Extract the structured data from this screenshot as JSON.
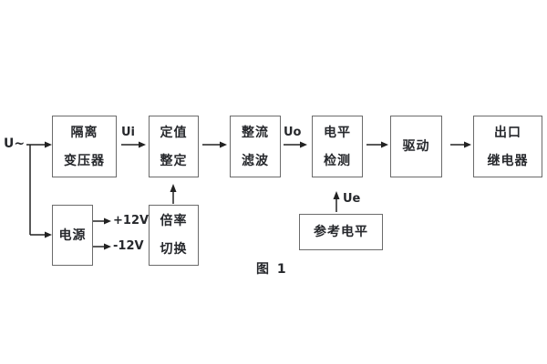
{
  "figure": {
    "caption": "图 1",
    "input_label": "U~"
  },
  "signal_labels": {
    "ui": "Ui",
    "uo": "Uo",
    "ue": "Ue",
    "plus_12v": "+12V",
    "minus_12v": "-12V"
  },
  "blocks": {
    "isolation_transformer": {
      "line1": "隔离",
      "line2": "变压器"
    },
    "setting_adjust": {
      "line1": "定值",
      "line2": "整定"
    },
    "rectify_filter": {
      "line1": "整流",
      "line2": "滤波"
    },
    "level_detect": {
      "line1": "电平",
      "line2": "检测"
    },
    "drive": {
      "label": "驱动"
    },
    "output_relay": {
      "line1": "出口",
      "line2": "继电器"
    },
    "power": {
      "label": "电源"
    },
    "ratio_switch": {
      "line1": "倍率",
      "line2": "切换"
    },
    "reference_level": {
      "label": "参考电平"
    }
  },
  "colors": {
    "background": "#ffffff",
    "line": "#222222",
    "box_border": "#6b6b6b",
    "text": "#26282c"
  }
}
